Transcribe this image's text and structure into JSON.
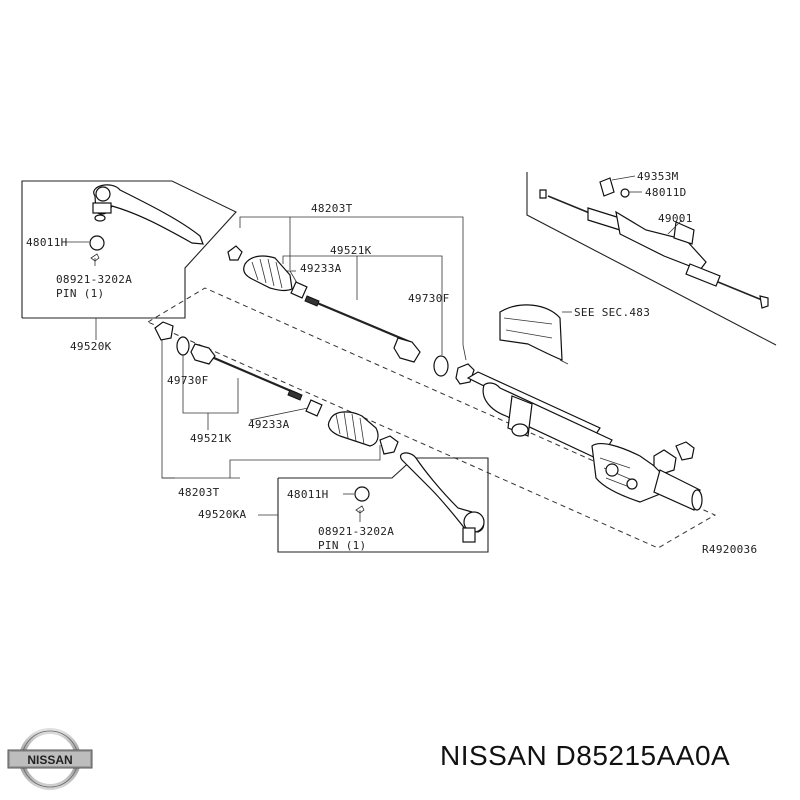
{
  "diagram": {
    "ref_code": "R4920036",
    "labels": {
      "tie_rod_end_right": "49520K",
      "lock_nut_right": "48011H",
      "cotter_pin_right": "08921-3202A",
      "pin_qty_right": "PIN (1)",
      "boot_kit_top": "48203T",
      "inner_socket_top": "49521K",
      "boot_clamp_top": "49233A",
      "washer_top": "49730F",
      "see_section": "SEE SEC.483",
      "bracket_inset": "49353M",
      "nut_inset": "48011D",
      "gear_assy_inset": "49001",
      "washer_bottom": "49730F",
      "boot_clamp_bottom": "49233A",
      "inner_socket_bottom": "49521K",
      "boot_kit_bottom": "48203T",
      "tie_rod_end_left": "49520KA",
      "lock_nut_left": "48011H",
      "cotter_pin_left": "08921-3202A",
      "pin_qty_left": "PIN (1)"
    }
  },
  "footer": {
    "brand_logo_text": "NISSAN",
    "part_title": "NISSAN D85215AA0A"
  }
}
